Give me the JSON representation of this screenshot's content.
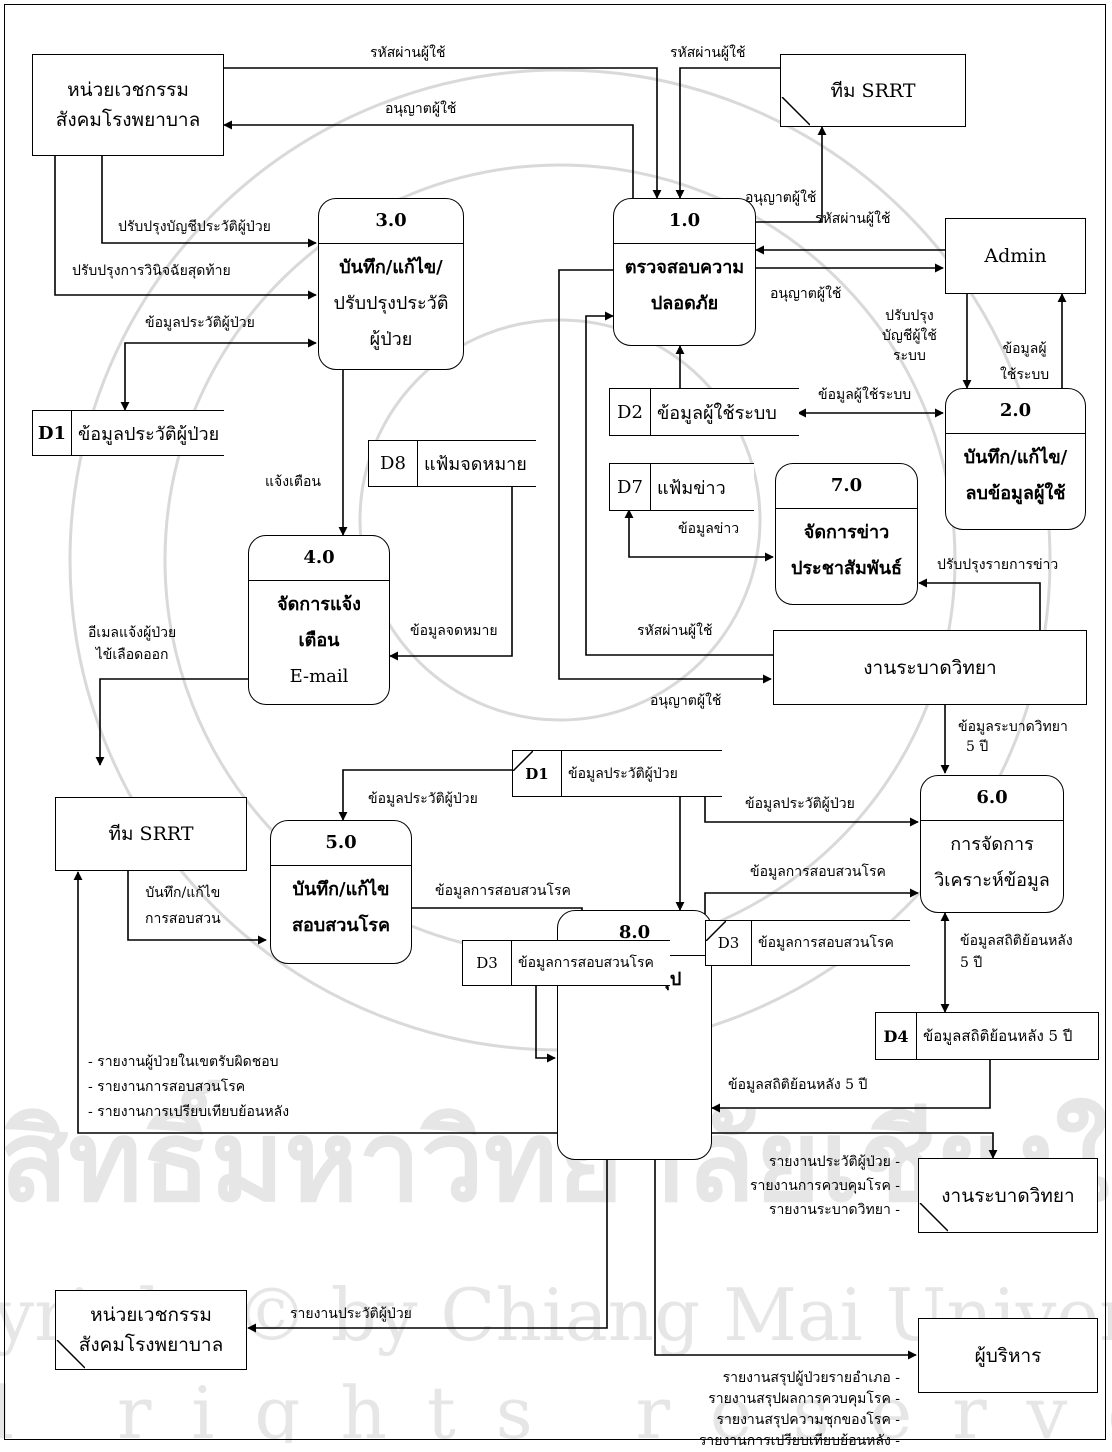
{
  "watermark": {
    "line1": "ลิขสิทธิ์มหาวิทยาลัยเชียงใหม่",
    "line2": "Copyright © by Chiang Mai University",
    "line3": "All rights reserved"
  },
  "entities": {
    "social_work_top": [
      "หน่วยเวชกรรม",
      "สังคมโรงพยาบาล"
    ],
    "srrt_top": "ทีม SRRT",
    "admin": "Admin",
    "epidemiology_mid": "งานระบาดวิทยา",
    "srrt_left": "ทีม SRRT",
    "epidemiology_bottom": "งานระบาดวิทยา",
    "social_work_bottom": [
      "หน่วยเวชกรรม",
      "สังคมโรงพยาบาล"
    ],
    "executive": "ผู้บริหาร"
  },
  "processes": {
    "p1": {
      "id": "1.0",
      "lines": [
        "ตรวจสอบความ",
        "ปลอดภัย"
      ]
    },
    "p2": {
      "id": "2.0",
      "lines": [
        "บันทึก/แก้ไข/",
        "ลบข้อมูลผู้ใช้"
      ]
    },
    "p3": {
      "id": "3.0",
      "lines": [
        "บันทึก/แก้ไข/",
        "ปรับปรุงประวัติ",
        "ผู้ป่วย"
      ]
    },
    "p4": {
      "id": "4.0",
      "lines": [
        "จัดการแจ้ง",
        "เตือน",
        "E-mail"
      ]
    },
    "p5": {
      "id": "5.0",
      "lines": [
        "บันทึก/แก้ไข",
        "สอบสวนโรค"
      ]
    },
    "p6": {
      "id": "6.0",
      "lines": [
        "การจัดการ",
        "วิเคราะห์ข้อมูล"
      ]
    },
    "p7": {
      "id": "7.0",
      "lines": [
        "จัดการข่าว",
        "ประชาสัมพันธ์"
      ]
    },
    "p8": {
      "id": "8.0",
      "lines": [
        "รายงานสรุป"
      ]
    }
  },
  "stores": {
    "d1_top": {
      "id": "D1",
      "name": "ข้อมูลประวัติผู้ป่วย"
    },
    "d2": {
      "id": "D2",
      "name": "ข้อมูลผู้ใช้ระบบ"
    },
    "d7": {
      "id": "D7",
      "name": "แฟ้มข่าว"
    },
    "d8": {
      "id": "D8",
      "name": "แฟ้มจดหมาย"
    },
    "d1_mid": {
      "id": "D1",
      "name": "ข้อมูลประวัติผู้ป่วย"
    },
    "d3_mid": {
      "id": "D3",
      "name": "ข้อมูลการสอบสวนโรค"
    },
    "d3_right": {
      "id": "D3",
      "name": "ข้อมูลการสอบสวนโรค"
    },
    "d4": {
      "id": "D4",
      "name": "ข้อมูลสถิติย้อนหลัง 5 ปี"
    }
  },
  "flows": {
    "password_a": "รหัสผ่านผู้ใช้",
    "permit_a": "อนุญาตผู้ใช้",
    "password_b": "รหัสผ่านผู้ใช้",
    "permit_b": "อนุญาตผู้ใช้",
    "password_admin": "รหัสผ่านผู้ใช้",
    "permit_admin": "อนุญาตผู้ใช้",
    "update_patient_account": "ปรับปรุงบัญชีประวัติผู้ป่วย",
    "update_final_diagnosis": "ปรับปรุงการวินิจฉัยสุดท้าย",
    "patient_history_data": "ข้อมูลประวัติผู้ป่วย",
    "update_user_account": [
      "ปรับปรุง",
      "บัญชีผู้ใช้",
      "ระบบ"
    ],
    "user_data_admin": [
      "ข้อมูลผู้",
      "ใช้ระบบ"
    ],
    "user_data_store": "ข้อมูลผู้ใช้ระบบ",
    "alert": "แจ้งเตือน",
    "news_data": "ข้อมูลข่าว",
    "update_news": "ปรับปรุงรายการข่าว",
    "email_patient": [
      "อีเมลแจ้งผู้ป่วย",
      "ไข้เลือดออก"
    ],
    "letter_data": "ข้อมูลจดหมาย",
    "password_epi": "รหัสผ่านผู้ใช้",
    "permit_epi": "อนุญาตผู้ใช้",
    "epi_data_5y": [
      "ข้อมูลระบาดวิทยา",
      "5 ปี"
    ],
    "patient_history_to_p5": "ข้อมูลประวัติผู้ป่วย",
    "patient_history_to_p6": "ข้อมูลประวัติผู้ป่วย",
    "record_investigation": [
      "บันทึก/แก้ไข",
      "การสอบสวน"
    ],
    "investigation_data_p5": "ข้อมูลการสอบสวนโรค",
    "investigation_data_p6": "ข้อมูลการสอบสวนโรค",
    "stats_5y_p6": [
      "ข้อมูลสถิติย้อนหลัง",
      "5 ปี"
    ],
    "stats_5y_p8": "ข้อมูลสถิติย้อนหลัง 5 ปี",
    "reports_srrt": [
      "- รายงานผู้ป่วยในเขตรับผิดชอบ",
      "- รายงานการสอบสวนโรค",
      "- รายงานการเปรียบเทียบย้อนหลัง"
    ],
    "reports_epi": [
      "รายงานประวัติผู้ป่วย -",
      "รายงานการควบคุมโรค -",
      "รายงานระบาดวิทยา -"
    ],
    "report_patient_history": "รายงานประวัติผู้ป่วย",
    "reports_exec": [
      "รายงานสรุปผู้ป่วยรายอำเภอ -",
      "รายงานสรุปผลการควบคุมโรค -",
      "รายงานสรุปความชุกของโรค -",
      "รายงานการเปรียบเทียบย้อนหลัง -"
    ]
  }
}
